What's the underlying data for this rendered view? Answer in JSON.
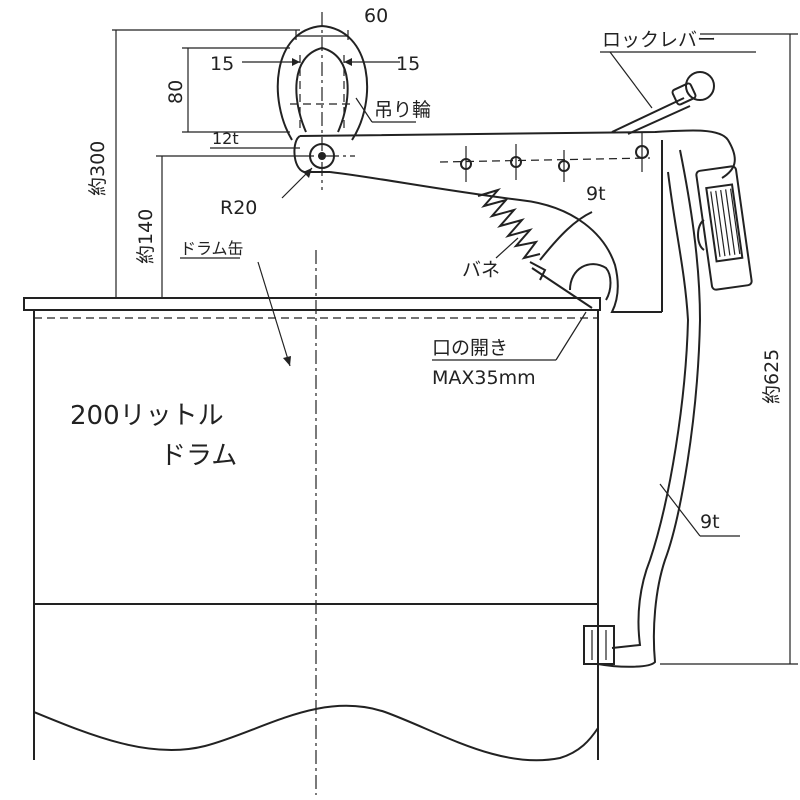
{
  "dimensions": {
    "ring_width": "60",
    "ring_side_left": "15",
    "ring_side_right": "15",
    "ring_height": "80",
    "ring_thickness": "12t",
    "total_height_upper": "約300",
    "pivot_height": "約140",
    "pivot_radius": "R20",
    "frame_thickness_upper": "9t",
    "frame_thickness_lower": "9t",
    "total_height_right": "約625"
  },
  "labels": {
    "lifting_ring": "吊り輪",
    "lock_lever": "ロックレバー",
    "drum_can": "ドラム缶",
    "spring": "バネ",
    "jaw_opening": "口の開き",
    "jaw_opening_max": "MAX35mm",
    "drum_line1": "200リットル",
    "drum_line2": "ドラム"
  }
}
